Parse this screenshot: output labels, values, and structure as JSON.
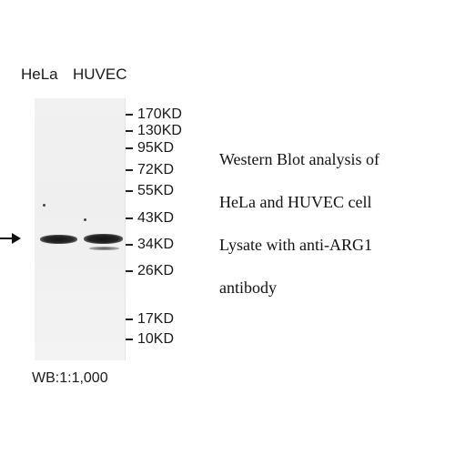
{
  "lanes": {
    "hela": "HeLa",
    "huvec": "HUVEC"
  },
  "markers": [
    {
      "label": "170KD"
    },
    {
      "label": "130KD"
    },
    {
      "label": "95KD"
    },
    {
      "label": "72KD"
    },
    {
      "label": "55KD"
    },
    {
      "label": "43KD"
    },
    {
      "label": "34KD"
    },
    {
      "label": "26KD"
    },
    {
      "label": "17KD"
    },
    {
      "label": "10KD"
    }
  ],
  "caption": {
    "line1": "Western Blot analysis of",
    "line2": "HeLa and HUVEC cell",
    "line3": "Lysate with anti-ARG1",
    "line4": "antibody"
  },
  "dilution": "WB:1:1,000",
  "colors": {
    "band": "#151515",
    "membrane": "#f1f1f1",
    "text": "#1a1a1a"
  },
  "icons": {
    "arrow": "right-arrow-icon"
  }
}
